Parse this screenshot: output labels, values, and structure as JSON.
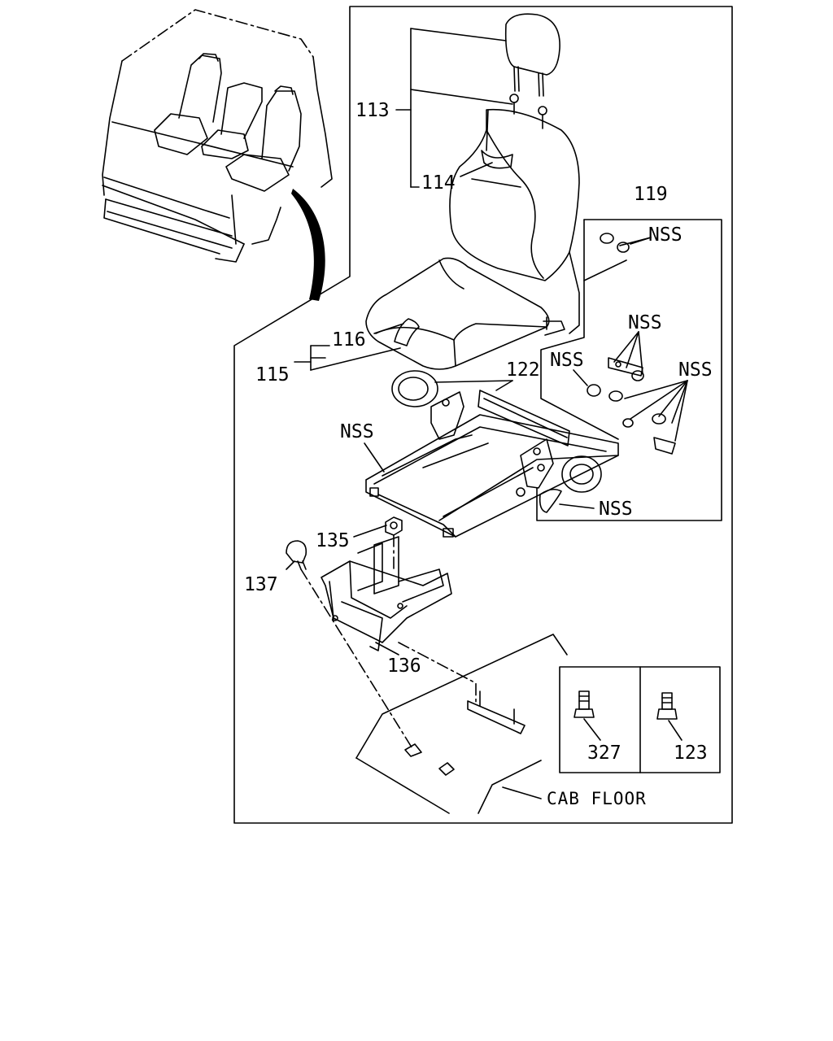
{
  "labels": {
    "p113": "113",
    "p114": "114",
    "p115": "115",
    "p116": "116",
    "p119": "119",
    "p122": "122",
    "p135": "135",
    "p136": "136",
    "p137": "137",
    "p327": "327",
    "p123": "123",
    "nss": "NSS",
    "cab_floor": "CAB FLOOR"
  }
}
